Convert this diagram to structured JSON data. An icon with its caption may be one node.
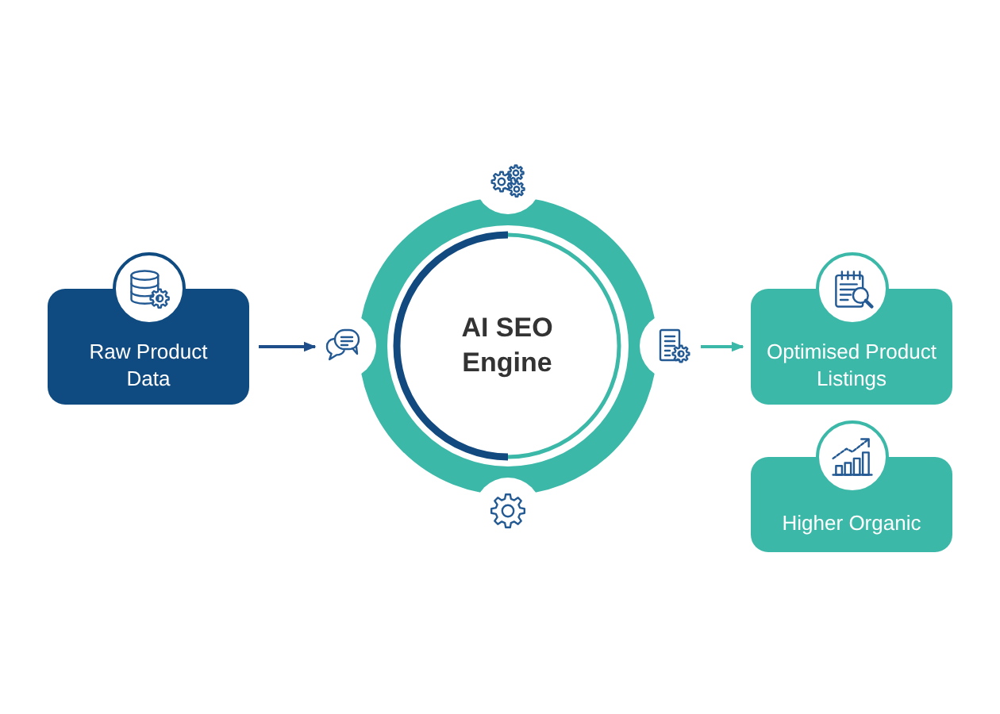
{
  "diagram": {
    "nodes": [
      {
        "text": [
          "Raw Product Data"
        ]
      },
      {
        "text": [
          "AI SEO Engine"
        ]
      },
      {
        "text": [
          "Optimised Product Listings"
        ]
      },
      {
        "text": [
          "Higher Organic"
        ]
      }
    ],
    "edges": [
      {
        "from": 0,
        "to": 1,
        "arrow": "to",
        "color": "#1d4e89"
      },
      {
        "from": 1,
        "to": 2,
        "arrow": "to",
        "color": "#3cb8a8"
      }
    ]
  }
}
